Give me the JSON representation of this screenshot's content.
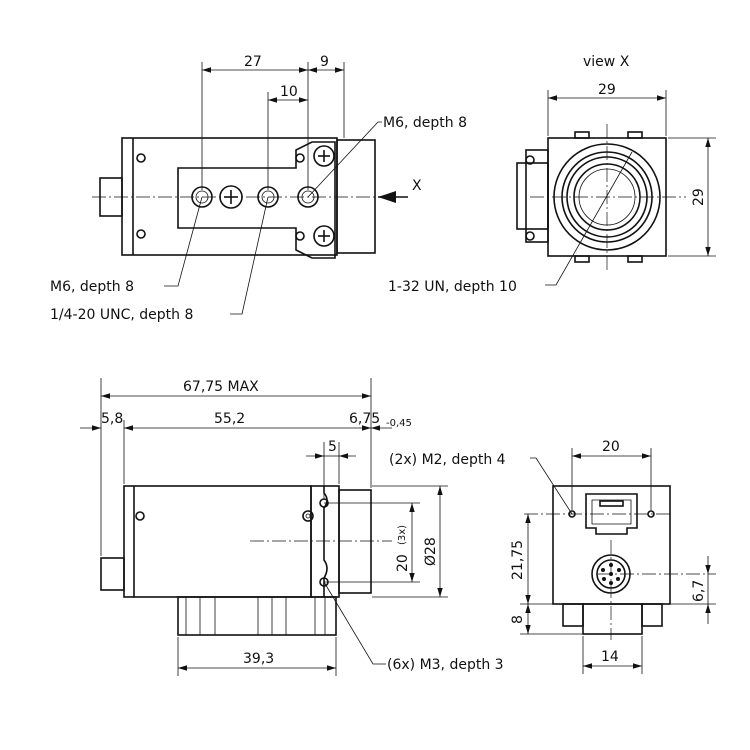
{
  "labels": {
    "view_x": "view X",
    "x_marker": "X",
    "top_27": "27",
    "top_9": "9",
    "top_10": "10",
    "m6_right": "M6, depth 8",
    "m6_left": "M6, depth 8",
    "unc": "1/4-20 UNC, depth 8",
    "un": "1-32 UN, depth 10",
    "vx_29_w": "29",
    "vx_29_h": "29",
    "max_len": "67,75 MAX",
    "d_5_8": "5,8",
    "d_55_2": "55,2",
    "d_6_75": "6,75",
    "d_tol": "-0,45",
    "d_5": "5",
    "d_20": "20",
    "d_3x": "(3x)",
    "d_dia28": "Ø28",
    "d_39_3": "39,3",
    "m3": "(6x) M3, depth 3",
    "m2": "(2x) M2, depth 4",
    "rv_20": "20",
    "rv_21_75": "21,75",
    "rv_8": "8",
    "rv_6_7": "6,7",
    "rv_14": "14"
  }
}
